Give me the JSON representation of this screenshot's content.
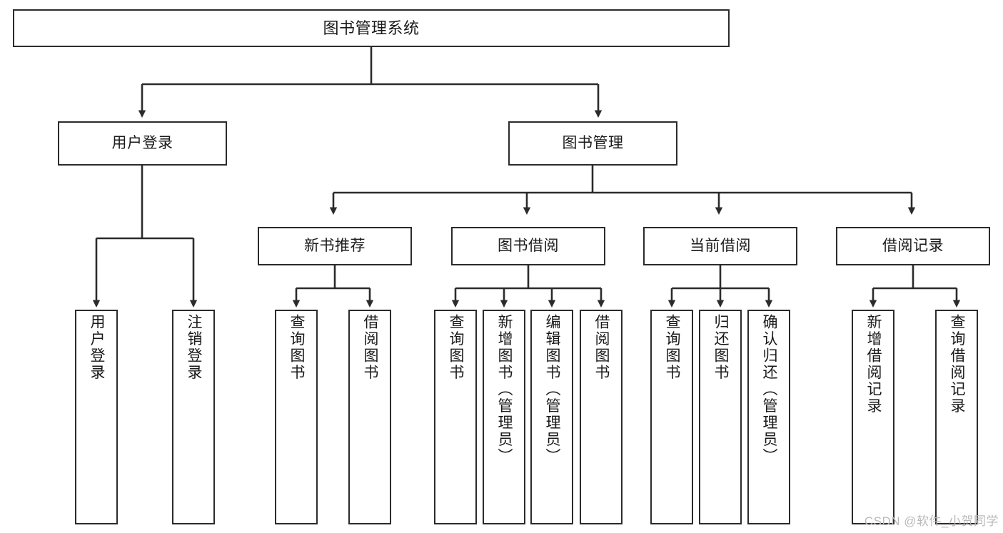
{
  "diagram": {
    "type": "hierarchy-tree",
    "title": "图书管理系统",
    "colors": {
      "box_border": "#2b2b2b",
      "box_fill": "#ffffff",
      "connector": "#2b2b2b",
      "text": "#1a1a1a",
      "watermark": "#b9b9b9"
    },
    "levels": [
      {
        "level": 0,
        "nodes": [
          {
            "id": "root",
            "label": "图书管理系统",
            "orientation": "horizontal"
          }
        ]
      },
      {
        "level": 1,
        "nodes": [
          {
            "id": "login",
            "label": "用户登录",
            "orientation": "horizontal",
            "parent": "root"
          },
          {
            "id": "bookmgmt",
            "label": "图书管理",
            "orientation": "horizontal",
            "parent": "root"
          }
        ]
      },
      {
        "level": 2,
        "nodes": [
          {
            "id": "newbook",
            "label": "新书推荐",
            "orientation": "horizontal",
            "parent": "bookmgmt"
          },
          {
            "id": "borrow",
            "label": "图书借阅",
            "orientation": "horizontal",
            "parent": "bookmgmt"
          },
          {
            "id": "current",
            "label": "当前借阅",
            "orientation": "horizontal",
            "parent": "bookmgmt"
          },
          {
            "id": "records",
            "label": "借阅记录",
            "orientation": "horizontal",
            "parent": "bookmgmt"
          }
        ]
      },
      {
        "level": 3,
        "nodes": [
          {
            "id": "leaf-1",
            "label": "用户登录",
            "orientation": "vertical",
            "parent": "login"
          },
          {
            "id": "leaf-2",
            "label": "注销登录",
            "orientation": "vertical",
            "parent": "login"
          },
          {
            "id": "leaf-3",
            "label": "查询图书",
            "orientation": "vertical",
            "parent": "newbook"
          },
          {
            "id": "leaf-4",
            "label": "借阅图书",
            "orientation": "vertical",
            "parent": "newbook"
          },
          {
            "id": "leaf-5",
            "label": "查询图书",
            "orientation": "vertical",
            "parent": "borrow"
          },
          {
            "id": "leaf-6",
            "label": "新增图书（管理员）",
            "orientation": "vertical",
            "parent": "borrow"
          },
          {
            "id": "leaf-7",
            "label": "编辑图书（管理员）",
            "orientation": "vertical",
            "parent": "borrow"
          },
          {
            "id": "leaf-8",
            "label": "借阅图书",
            "orientation": "vertical",
            "parent": "borrow"
          },
          {
            "id": "leaf-9",
            "label": "查询图书",
            "orientation": "vertical",
            "parent": "current"
          },
          {
            "id": "leaf-10",
            "label": "归还图书",
            "orientation": "vertical",
            "parent": "current"
          },
          {
            "id": "leaf-11",
            "label": "确认归还（管理员）",
            "orientation": "vertical",
            "parent": "current"
          },
          {
            "id": "leaf-12",
            "label": "新增借阅记录",
            "orientation": "vertical",
            "parent": "records"
          },
          {
            "id": "leaf-13",
            "label": "查询借阅记录",
            "orientation": "vertical",
            "parent": "records"
          }
        ]
      }
    ]
  },
  "watermark": {
    "text": "CSDN @软件_小贺同学"
  }
}
